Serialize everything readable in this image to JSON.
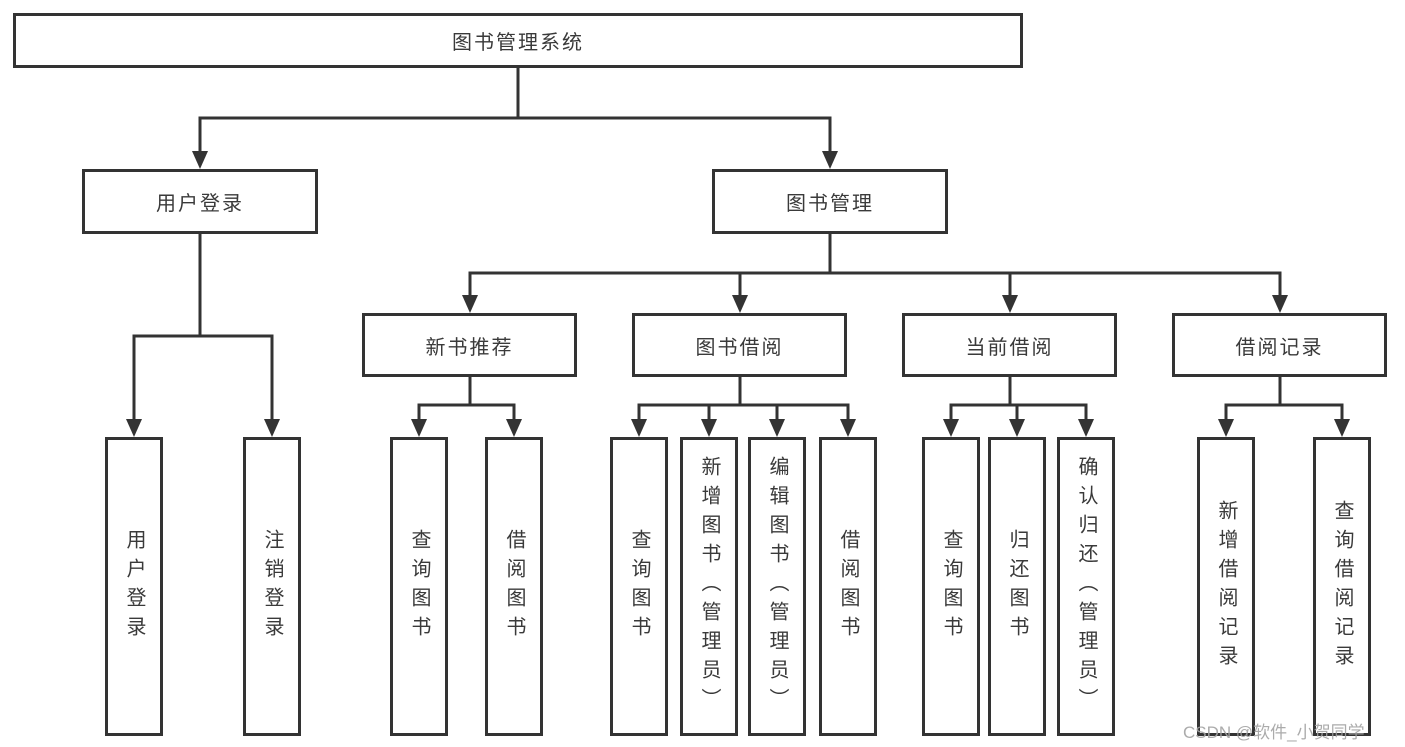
{
  "title": "图书管理系统",
  "nodes": {
    "root": "图书管理系统",
    "user_login": "用户登录",
    "book_mgmt": "图书管理",
    "new_book_rec": "新书推荐",
    "book_borrow": "图书借阅",
    "current_borrow": "当前借阅",
    "borrow_record": "借阅记录",
    "leaf_user_login": "用户登录",
    "leaf_logout": "注销登录",
    "leaf_query_book_1": "查询图书",
    "leaf_borrow_book_1": "借阅图书",
    "leaf_query_book_2": "查询图书",
    "leaf_add_book": "新增图书（管理员）",
    "leaf_edit_book": "编辑图书（管理员）",
    "leaf_borrow_book_2": "借阅图书",
    "leaf_query_book_3": "查询图书",
    "leaf_return_book": "归还图书",
    "leaf_confirm_return": "确认归还（管理员）",
    "leaf_add_record": "新增借阅记录",
    "leaf_query_record": "查询借阅记录"
  },
  "hierarchy": {
    "图书管理系统": {
      "用户登录": [
        "用户登录",
        "注销登录"
      ],
      "图书管理": {
        "新书推荐": [
          "查询图书",
          "借阅图书"
        ],
        "图书借阅": [
          "查询图书",
          "新增图书（管理员）",
          "编辑图书（管理员）",
          "借阅图书"
        ],
        "当前借阅": [
          "查询图书",
          "归还图书",
          "确认归还（管理员）"
        ],
        "借阅记录": [
          "新增借阅记录",
          "查询借阅记录"
        ]
      }
    }
  },
  "watermark": "CSDN @软件_小贺同学",
  "colors": {
    "line": "#333333",
    "box_border": "#333333",
    "text": "#3a3a3a",
    "watermark": "#a3a3a3",
    "background": "#ffffff"
  }
}
